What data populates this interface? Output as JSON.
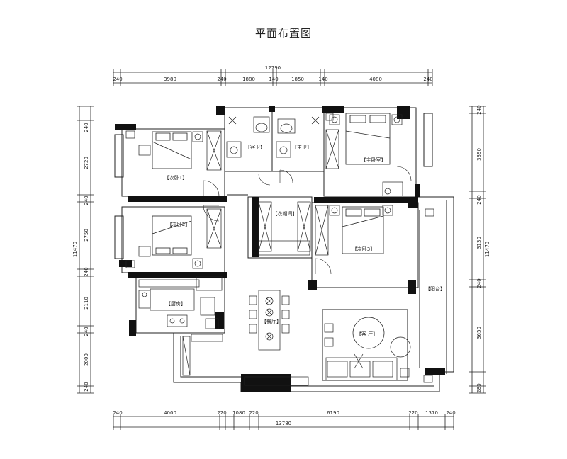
{
  "title": "平面布置图",
  "dims": {
    "top_total": "12790",
    "top": [
      "240",
      "3980",
      "240",
      "1880",
      "140",
      "1850",
      "140",
      "4080",
      "240"
    ],
    "bottom_total": "13780",
    "bottom": [
      "240",
      "4000",
      "220",
      "1080",
      "220",
      "6190",
      "220",
      "1370",
      "240"
    ],
    "left_total": "11470",
    "left": [
      "240",
      "2720",
      "240",
      "2750",
      "240",
      "2110",
      "240",
      "2000",
      "240"
    ],
    "right_total": "11470",
    "right": [
      "240",
      "3390",
      "240",
      "3130",
      "240",
      "3650",
      "280"
    ]
  },
  "rooms": {
    "bedroom2a": "【次卧1】",
    "bedroom2b": "【次卧2】",
    "bedroom3": "【次卧3】",
    "guest_bath": "【客卫】",
    "master_bath": "【主卫】",
    "master_bedroom": "【主卧室】",
    "closet": "【衣帽间】",
    "kitchen": "【厨房】",
    "dining": "【餐厅】",
    "living": "【客 厅】",
    "balcony": "【阳台】"
  }
}
